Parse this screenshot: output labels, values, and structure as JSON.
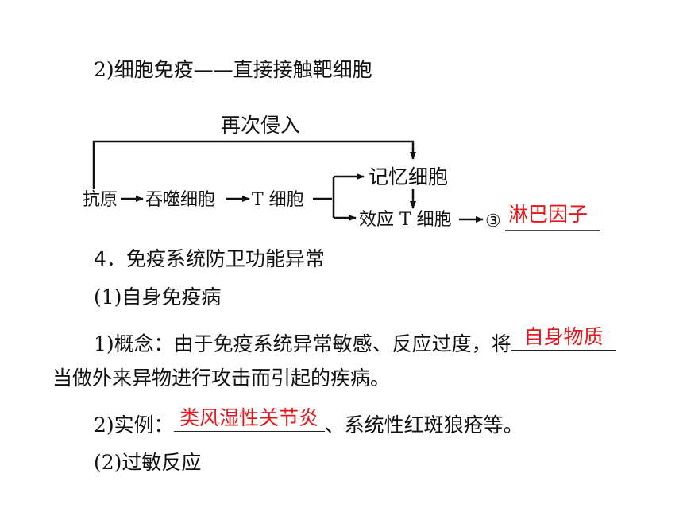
{
  "heading_cellular": "2)细胞免疫——直接接触靶细胞",
  "diagram": {
    "reinvade": "再次侵入",
    "antigen": "抗原",
    "phagocyte": "吞噬细胞",
    "t_cell": "T 细胞",
    "memory_cell": "记忆细胞",
    "effector_t_cell": "效应 T 细胞",
    "circle_number": "③",
    "answer_lymphokine": "淋巴因子"
  },
  "section4_title": "4．免疫系统防卫功能异常",
  "autoimmune": {
    "title": "(1)自身免疫病",
    "concept_prefix": "1)概念：由于免疫系统异常敏感、反应过度，将",
    "concept_answer": "自身物质",
    "concept_suffix": "当做外来异物进行攻击而引起的疾病。",
    "example_prefix": "2)实例：",
    "example_answer": "类风湿性关节炎",
    "example_suffix": "、系统性红斑狼疮等。"
  },
  "allergy_title": "(2)过敏反应",
  "colors": {
    "answer": "#e8161b",
    "text": "#111111"
  }
}
